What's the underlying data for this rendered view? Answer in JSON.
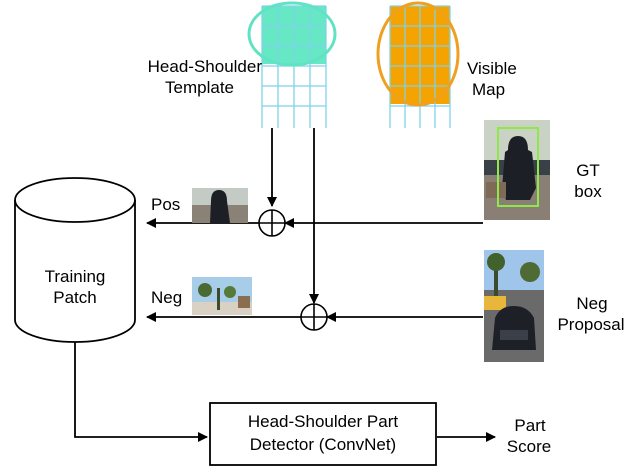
{
  "labels": {
    "template": [
      "Head-Shoulder",
      "Template"
    ],
    "visible_map": [
      "Visible",
      "Map"
    ],
    "gt_box": [
      "GT",
      "box"
    ],
    "neg_proposal": [
      "Neg",
      "Proposal"
    ],
    "pos": "Pos",
    "neg": "Neg",
    "training_patch": [
      "Training",
      "Patch"
    ],
    "detector": [
      "Head-Shoulder Part",
      "Detector (ConvNet)"
    ],
    "part_score": [
      "Part",
      "Score"
    ]
  },
  "colors": {
    "template_fill": "#66e8c4",
    "template_ellipse": "#5fe3c3",
    "grid_lines": "#7fd2ea",
    "visible_fill": "#f5a300",
    "visible_ellipse": "#f0a020",
    "gt_box_outline": "#8ee84a"
  },
  "icons": {
    "combine": "circle-plus-icon",
    "arrow": "arrow-icon",
    "storage": "cylinder-icon"
  }
}
